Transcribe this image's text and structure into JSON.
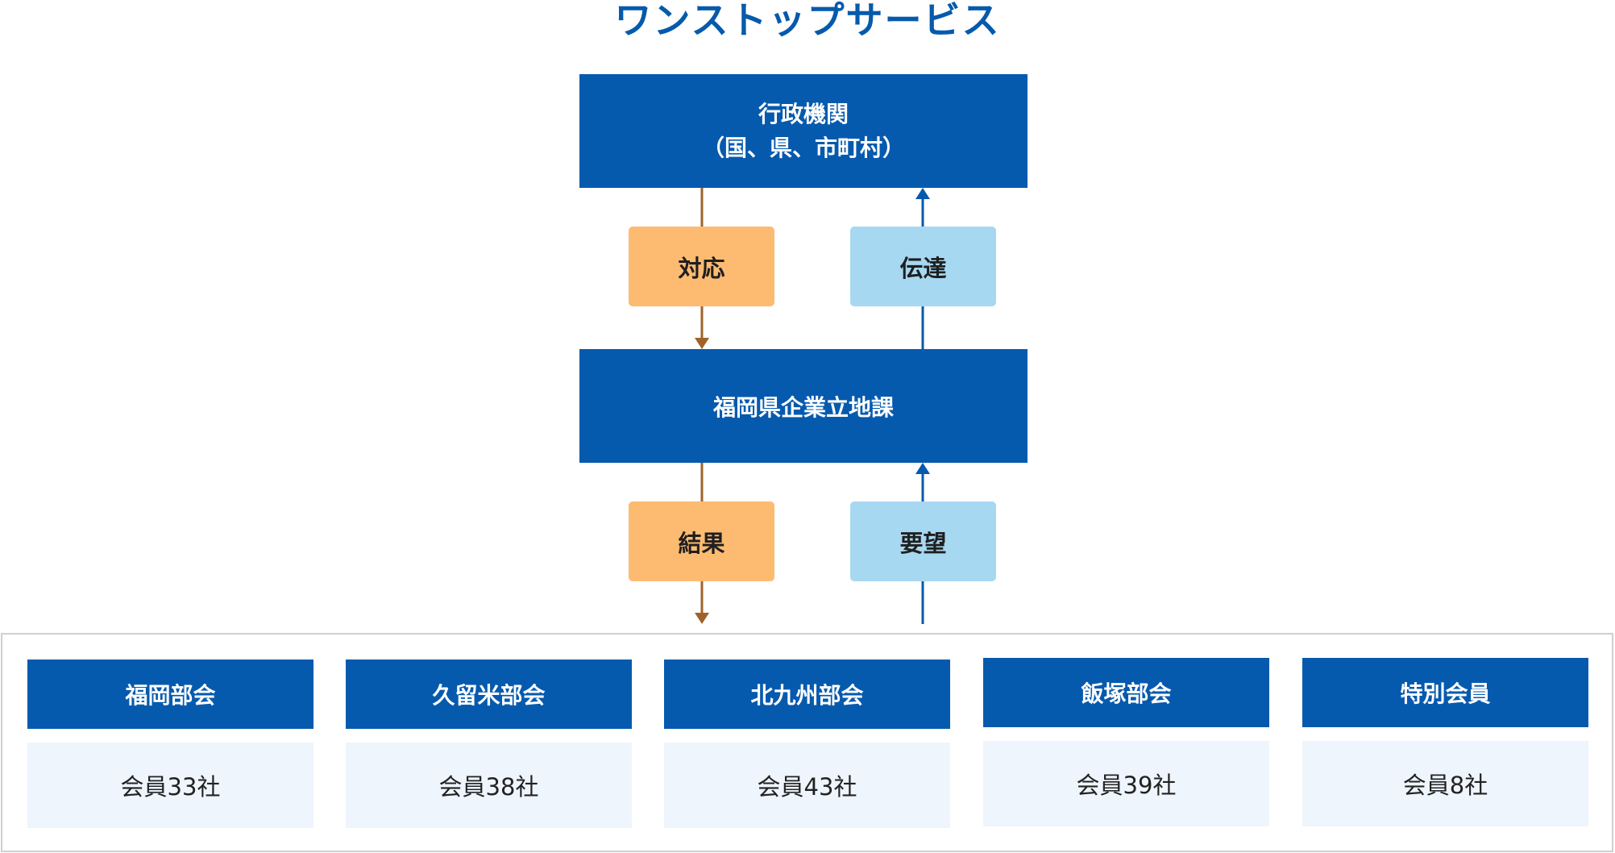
{
  "title": "ワンストップサービス",
  "top_box": {
    "line1": "行政機関",
    "line2": "（国、県、市町村）"
  },
  "middle_box": {
    "label": "福岡県企業立地課"
  },
  "upper_tags": {
    "left": "対応",
    "right": "伝達"
  },
  "lower_tags": {
    "left": "結果",
    "right": "要望"
  },
  "branches": [
    {
      "name": "福岡部会",
      "members": "会員33社"
    },
    {
      "name": "久留米部会",
      "members": "会員38社"
    },
    {
      "name": "北九州部会",
      "members": "会員43社"
    },
    {
      "name": "飯塚部会",
      "members": "会員39社"
    },
    {
      "name": "特別会員",
      "members": "会員8社"
    }
  ],
  "colors": {
    "primary_blue": "#065aae",
    "orange_tag": "#fdbb71",
    "light_blue_tag": "#a7d8f2",
    "member_bg": "#eef5fd",
    "orange_arrow": "#a0622a"
  }
}
